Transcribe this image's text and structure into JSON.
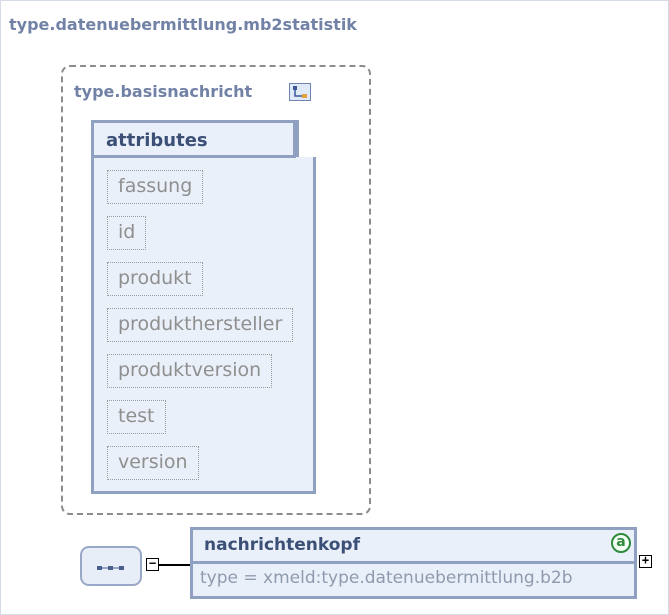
{
  "diagram": {
    "outer_title": "type.datenuebermittlung.mb2statistik",
    "group": {
      "title": "type.basisnachricht",
      "extension_icon": "type-extension-icon"
    },
    "attributes": {
      "title": "attributes",
      "items": [
        "fassung",
        "id",
        "produkt",
        "produkthersteller",
        "produktversion",
        "test",
        "version"
      ]
    },
    "sequence": {
      "icon": "sequence-icon",
      "collapse_symbol": "−"
    },
    "element": {
      "name": "nachrichtenkopf",
      "annotation_symbol": "a",
      "type_text": "type = xmeld:type.datenuebermittlung.b2b",
      "expand_symbol": "+"
    }
  }
}
